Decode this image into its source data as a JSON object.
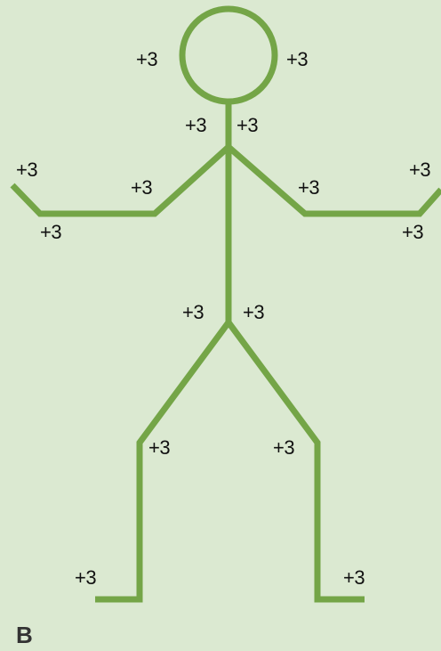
{
  "panel_label": "B",
  "stroke_color": "#74a547",
  "background_color": "#dbe9d1",
  "labels": {
    "head_left": "+3",
    "head_right": "+3",
    "neck_left": "+3",
    "neck_right": "+3",
    "left_hand": "+3",
    "left_forearm": "+3",
    "left_upper_arm": "+3",
    "right_upper_arm": "+3",
    "right_hand": "+3",
    "right_forearm": "+3",
    "hip_left": "+3",
    "hip_right": "+3",
    "left_knee": "+3",
    "right_knee": "+3",
    "left_foot": "+3",
    "right_foot": "+3"
  }
}
